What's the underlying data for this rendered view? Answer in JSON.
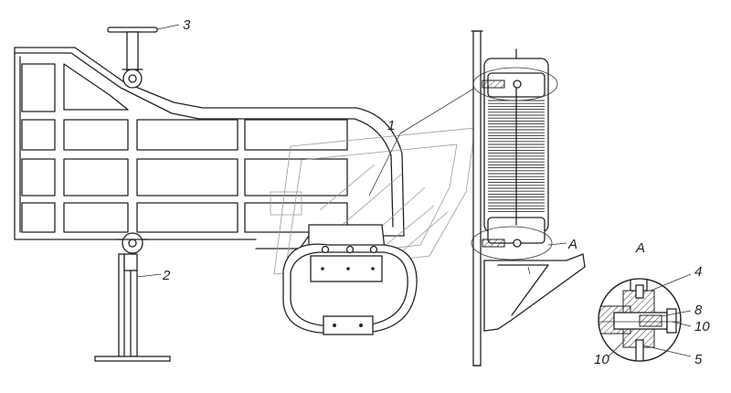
{
  "callouts": {
    "c1": "1",
    "c2": "2",
    "c3": "3",
    "cA": "A",
    "detail_title": "A",
    "c4": "4",
    "c8": "8",
    "c10a": "10",
    "c10b": "10",
    "c5": "5"
  }
}
